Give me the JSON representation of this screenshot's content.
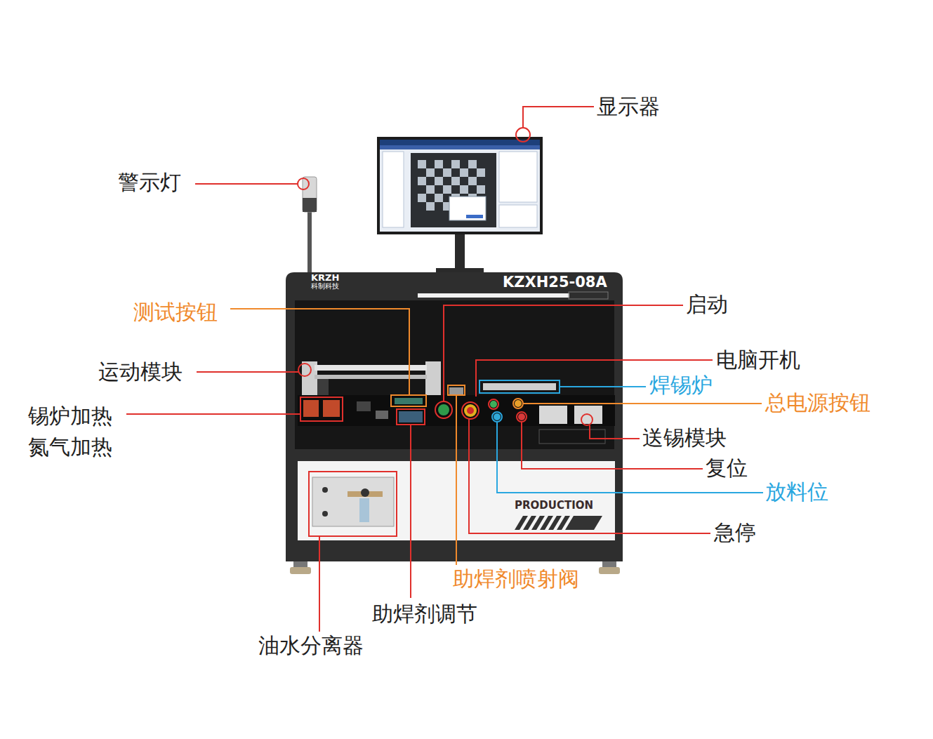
{
  "diagram": {
    "labels": [
      "显示器",
      "警示灯",
      "测试按钮",
      "启动",
      "运动模块",
      "电脑开机",
      "焊锡炉",
      "锡炉加热 氮气加热",
      "总电源按钮",
      "送锡模块",
      "复位",
      "放料位",
      "急停",
      "助焊剂喷射阀",
      "助焊剂调节",
      "油水分离器",
      "KRZH",
      "科制科技",
      "KZXH25-08A",
      "PRODUCTION"
    ]
  }
}
